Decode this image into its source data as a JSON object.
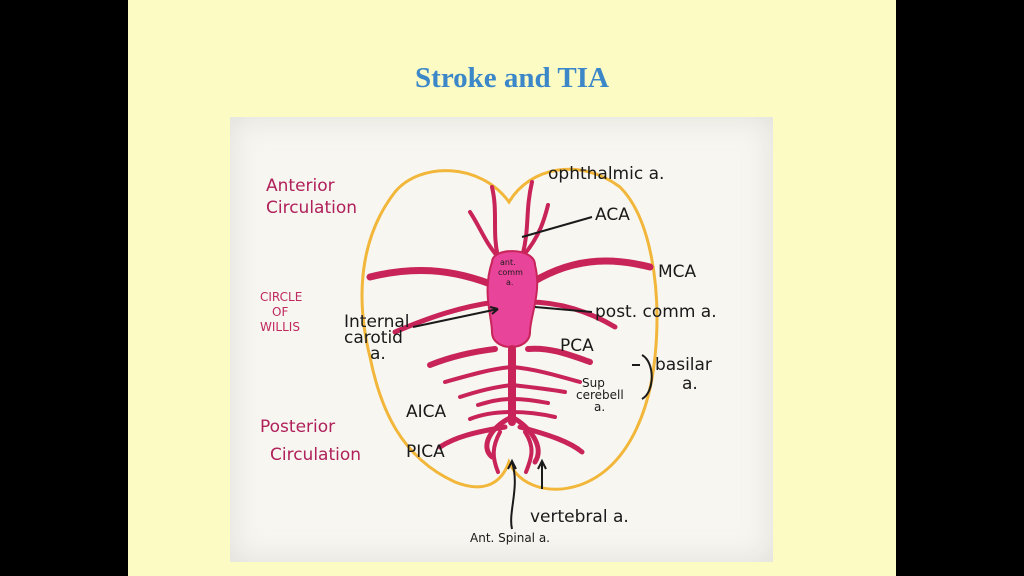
{
  "slide": {
    "title": "Stroke and TIA"
  },
  "diagram": {
    "region_labels": {
      "anterior_line1": "Anterior",
      "anterior_line2": "Circulation",
      "willis_line1": "CIRCLE",
      "willis_line2": "OF",
      "willis_line3": "WILLIS",
      "posterior_line1": "Posterior",
      "posterior_line2": "Circulation"
    },
    "vessel_labels": {
      "ophthalmic": "ophthalmic a.",
      "aca": "ACA",
      "mca": "MCA",
      "post_comm": "post. comm a.",
      "internal_carotid_line1": "Internal",
      "internal_carotid_line2": "carotid",
      "internal_carotid_line3": "a.",
      "pca": "PCA",
      "basilar_line1": "basilar",
      "basilar_line2": "a.",
      "sup_cerebellar_line1": "Sup",
      "sup_cerebellar_line2": "cerebell",
      "sup_cerebellar_line3": "a.",
      "aica": "AICA",
      "pica": "PICA",
      "vertebral": "vertebral a.",
      "ant_spinal": "Ant. Spinal a.",
      "ant_comm_line1": "ant.",
      "ant_comm_line2": "comm",
      "ant_comm_line3": "a."
    },
    "colors": {
      "brain_outline": "#f2b73a",
      "vessels": "#c8245a",
      "circle_fill": "#e8449a",
      "ink": "#1a1a1a",
      "region_text": "#b0205a"
    }
  }
}
